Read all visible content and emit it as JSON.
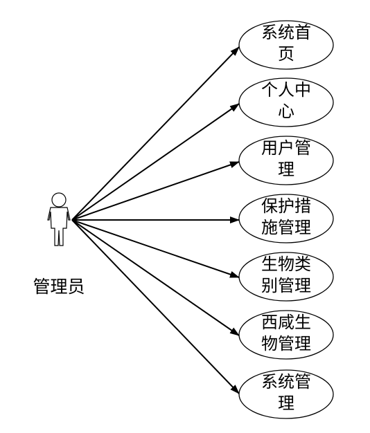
{
  "diagram": {
    "type": "use-case",
    "actor": {
      "label": "管理员",
      "icon": "actor-stick-figure-icon"
    },
    "use_cases": [
      {
        "id": "uc-home",
        "lines": [
          "系统首",
          "页"
        ]
      },
      {
        "id": "uc-personal-center",
        "lines": [
          "个人中",
          "心"
        ]
      },
      {
        "id": "uc-user-management",
        "lines": [
          "用户管",
          "理"
        ]
      },
      {
        "id": "uc-protection-measures",
        "lines": [
          "保护措",
          "施管理"
        ]
      },
      {
        "id": "uc-species-category",
        "lines": [
          "生物类",
          "别管理"
        ]
      },
      {
        "id": "uc-xihan-species",
        "lines": [
          "西咸生",
          "物管理"
        ]
      },
      {
        "id": "uc-system-management",
        "lines": [
          "系统管",
          "理"
        ]
      }
    ],
    "colors": {
      "line": "#000000",
      "ellipse_fill": "#ffffff",
      "text": "#000000"
    }
  }
}
